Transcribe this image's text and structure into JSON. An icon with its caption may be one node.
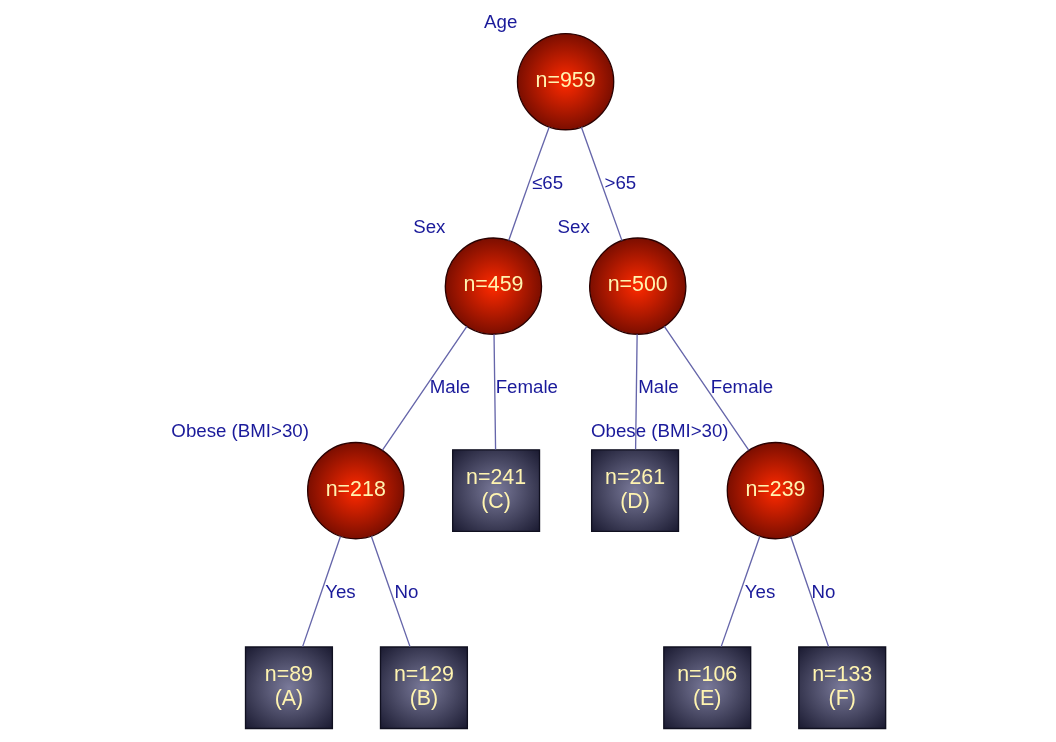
{
  "diagram": {
    "nodes": [
      {
        "text": [
          "n=959"
        ],
        "beside": [
          "Age"
        ]
      },
      {
        "text": [
          "n=459"
        ],
        "beside": [
          "Sex"
        ]
      },
      {
        "text": [
          "n=500"
        ],
        "beside": [
          "Sex"
        ]
      },
      {
        "text": [
          "n=218"
        ],
        "beside": [
          "Obese (BMI>30)"
        ]
      },
      {
        "text": [
          "n=241",
          "(C)"
        ]
      },
      {
        "text": [
          "n=261",
          "(D)"
        ]
      },
      {
        "text": [
          "n=239"
        ],
        "beside": [
          "Obese (BMI>30)"
        ]
      },
      {
        "text": [
          "n=89",
          "(A)"
        ]
      },
      {
        "text": [
          "n=129",
          "(B)"
        ]
      },
      {
        "text": [
          "n=106",
          "(E)"
        ]
      },
      {
        "text": [
          "n=133",
          "(F)"
        ]
      }
    ],
    "edges": [
      {
        "from": 0,
        "to": 1,
        "arrow": "none",
        "label": "≤65"
      },
      {
        "from": 0,
        "to": 2,
        "arrow": "none",
        "label": ">65"
      },
      {
        "from": 1,
        "to": 3,
        "arrow": "none",
        "label": "Male"
      },
      {
        "from": 1,
        "to": 4,
        "arrow": "none",
        "label": "Female"
      },
      {
        "from": 2,
        "to": 5,
        "arrow": "none",
        "label": "Male"
      },
      {
        "from": 2,
        "to": 6,
        "arrow": "none",
        "label": "Female"
      },
      {
        "from": 3,
        "to": 7,
        "arrow": "none",
        "label": "Yes"
      },
      {
        "from": 3,
        "to": 8,
        "arrow": "none",
        "label": "No"
      },
      {
        "from": 6,
        "to": 9,
        "arrow": "none",
        "label": "Yes"
      },
      {
        "from": 6,
        "to": 10,
        "arrow": "none",
        "label": "No"
      }
    ]
  }
}
